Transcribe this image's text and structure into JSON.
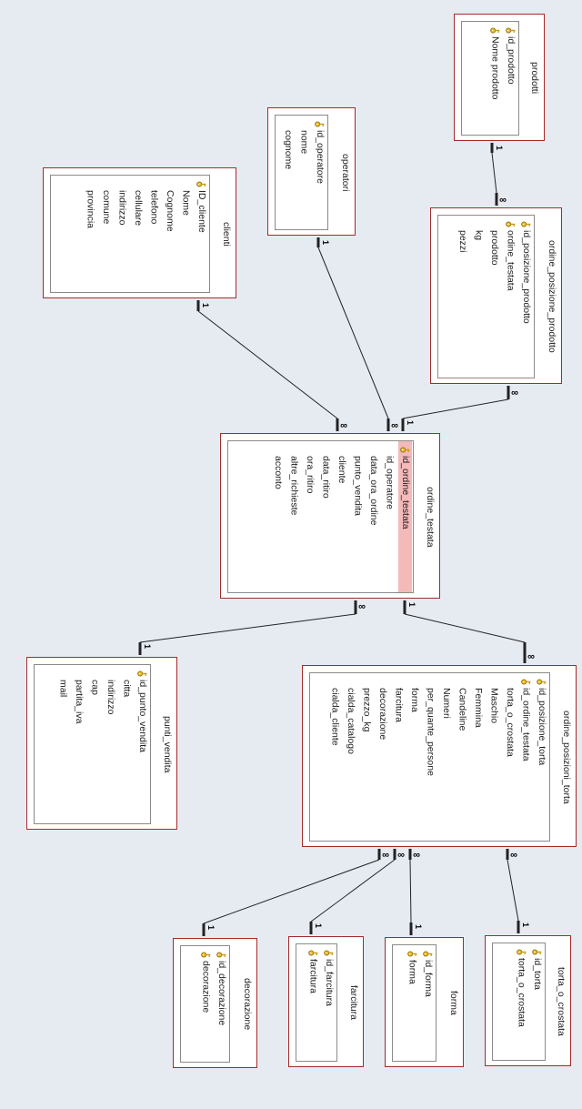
{
  "tables": [
    {
      "key": "prodotti",
      "title": "prodotti",
      "selected_field": null,
      "fields": [
        {
          "name": "id_prodotto",
          "pk": true
        },
        {
          "name": "Nome prodotto",
          "pk": true
        }
      ]
    },
    {
      "key": "operatori",
      "title": "operatori",
      "selected_field": null,
      "fields": [
        {
          "name": "id_operatore",
          "pk": true
        },
        {
          "name": "nome",
          "pk": false
        },
        {
          "name": "cognome",
          "pk": false
        }
      ]
    },
    {
      "key": "clienti",
      "title": "clienti",
      "selected_field": null,
      "fields": [
        {
          "name": "ID_cliente",
          "pk": true
        },
        {
          "name": "Nome",
          "pk": false
        },
        {
          "name": "Cognome",
          "pk": false
        },
        {
          "name": "telefono",
          "pk": false
        },
        {
          "name": "cellulare",
          "pk": false
        },
        {
          "name": "indirizzo",
          "pk": false
        },
        {
          "name": "comune",
          "pk": false
        },
        {
          "name": "provincia",
          "pk": false
        }
      ]
    },
    {
      "key": "ordine_posizione_prodotto",
      "title": "ordine_posizione_prodotto",
      "selected_field": null,
      "fields": [
        {
          "name": "id_posizione_prodotto",
          "pk": true
        },
        {
          "name": "ordine_testata",
          "pk": true
        },
        {
          "name": "prodotto",
          "pk": false
        },
        {
          "name": "kg",
          "pk": false
        },
        {
          "name": "pezzi",
          "pk": false
        }
      ]
    },
    {
      "key": "ordine_testata",
      "title": "ordine_testata",
      "selected_field": 0,
      "fields": [
        {
          "name": "id_ordine_testata",
          "pk": true
        },
        {
          "name": "id_operatore",
          "pk": false
        },
        {
          "name": "data_ora_ordine",
          "pk": false
        },
        {
          "name": "punto_vendita",
          "pk": false
        },
        {
          "name": "cliente",
          "pk": false
        },
        {
          "name": "data_ritiro",
          "pk": false
        },
        {
          "name": "ora_ritiro",
          "pk": false
        },
        {
          "name": "altre_richieste",
          "pk": false
        },
        {
          "name": "acconto",
          "pk": false
        }
      ]
    },
    {
      "key": "punti_vendita",
      "title": "punti_vendita",
      "selected_field": null,
      "fields": [
        {
          "name": "id_punto_vendita",
          "pk": true
        },
        {
          "name": "citta",
          "pk": false
        },
        {
          "name": "indirizzo",
          "pk": false
        },
        {
          "name": "cap",
          "pk": false
        },
        {
          "name": "partita_iva",
          "pk": false
        },
        {
          "name": "mail",
          "pk": false
        }
      ]
    },
    {
      "key": "ordine_posizioni_torta",
      "title": "ordine_posizioni_torta",
      "selected_field": null,
      "fields": [
        {
          "name": "id_posizione_torta",
          "pk": true
        },
        {
          "name": "id_ordine_testata",
          "pk": true
        },
        {
          "name": "torta_o_crostata",
          "pk": false
        },
        {
          "name": "Maschio",
          "pk": false
        },
        {
          "name": "Femmina",
          "pk": false
        },
        {
          "name": "Candeline",
          "pk": false
        },
        {
          "name": "Numeri",
          "pk": false
        },
        {
          "name": "per_quante_persone",
          "pk": false
        },
        {
          "name": "forma",
          "pk": false
        },
        {
          "name": "farcitura",
          "pk": false
        },
        {
          "name": "decorazione",
          "pk": false
        },
        {
          "name": "prezzo_kg",
          "pk": false
        },
        {
          "name": "cialda_catalogo",
          "pk": false
        },
        {
          "name": "cialda_cliente",
          "pk": false
        }
      ]
    },
    {
      "key": "decorazione",
      "title": "decorazione",
      "selected_field": null,
      "fields": [
        {
          "name": "id_decorazione",
          "pk": true
        },
        {
          "name": "decorazione",
          "pk": true
        }
      ]
    },
    {
      "key": "farcitura",
      "title": "farcitura",
      "selected_field": null,
      "fields": [
        {
          "name": "id_farcitura",
          "pk": true
        },
        {
          "name": "farcitura",
          "pk": true
        }
      ]
    },
    {
      "key": "forma",
      "title": "forma",
      "selected_field": null,
      "fields": [
        {
          "name": "id_forma",
          "pk": true
        },
        {
          "name": "forma",
          "pk": true
        }
      ]
    },
    {
      "key": "torta_o_crostata",
      "title": "torta_o_crostata",
      "selected_field": null,
      "fields": [
        {
          "name": "id_torta",
          "pk": true
        },
        {
          "name": "torta_o_crostata",
          "pk": true
        }
      ]
    }
  ],
  "relationships": [
    {
      "one": "prodotti",
      "many": "ordine_posizione_prodotto",
      "one_label": "1",
      "many_label": "∞"
    },
    {
      "one": "clienti",
      "many": "ordine_testata",
      "one_label": "1",
      "many_label": "∞"
    },
    {
      "one": "operatori",
      "many": "ordine_testata",
      "one_label": "1",
      "many_label": "∞"
    },
    {
      "one": "ordine_testata",
      "many": "ordine_posizione_prodotto",
      "one_label": "1",
      "many_label": "∞"
    },
    {
      "one": "punti_vendita",
      "many": "ordine_testata",
      "one_label": "1",
      "many_label": "∞"
    },
    {
      "one": "ordine_testata",
      "many": "ordine_posizioni_torta",
      "one_label": "1",
      "many_label": "∞"
    },
    {
      "one": "decorazione",
      "many": "ordine_posizioni_torta",
      "one_label": "1",
      "many_label": "∞"
    },
    {
      "one": "farcitura",
      "many": "ordine_posizioni_torta",
      "one_label": "1",
      "many_label": "∞"
    },
    {
      "one": "forma",
      "many": "ordine_posizioni_torta",
      "one_label": "1",
      "many_label": "∞"
    },
    {
      "one": "torta_o_crostata",
      "many": "ordine_posizioni_torta",
      "one_label": "1",
      "many_label": "∞"
    }
  ],
  "colors": {
    "background": "#e6ebf2",
    "table_border": "#a52a2a",
    "selected_field": "#f4b9b9",
    "line": "#222222"
  },
  "icons": {
    "primary_key": "key-icon"
  }
}
